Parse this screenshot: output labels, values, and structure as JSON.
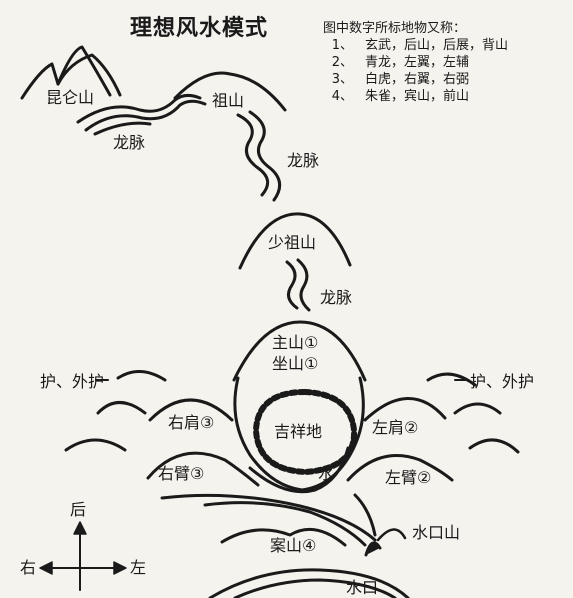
{
  "title": "理想风水模式",
  "legend": {
    "heading": "图中数字所标地物又称：",
    "items": [
      {
        "num": "1、",
        "text": "玄武，后山，后展，背山"
      },
      {
        "num": "2、",
        "text": "青龙，左翼，左辅"
      },
      {
        "num": "3、",
        "text": "白虎，右翼，右弼"
      },
      {
        "num": "4、",
        "text": "朱雀，宾山，前山"
      }
    ]
  },
  "labels": {
    "kunlun": "昆仑山",
    "zushan": "祖山",
    "longmai": "龙脉",
    "shaozushan": "少祖山",
    "zhushan": "主山①",
    "zuoshan": "坐山①",
    "hu_left": "护、外护",
    "hu_right": "护、外护",
    "youjian": "右肩③",
    "zuojian": "左肩②",
    "jixiangdi": "吉祥地",
    "shui": "水",
    "youbi": "右臂③",
    "zuobi": "左臂②",
    "anshan": "案山④",
    "shuikoushan": "水口山",
    "shuikou": "水口"
  },
  "compass": {
    "up": "后",
    "left": "右",
    "right": "左"
  }
}
